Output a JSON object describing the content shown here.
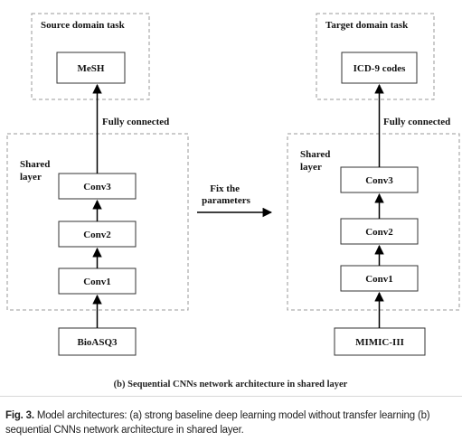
{
  "diagram": {
    "source": {
      "title": "Source domain task",
      "output": "MeSH",
      "fc_label": "Fully connected",
      "shared_label": "Shared layer",
      "layers": [
        "Conv3",
        "Conv2",
        "Conv1"
      ],
      "input": "BioASQ3"
    },
    "transfer_label": "Fix the parameters",
    "target": {
      "title": "Target domain task",
      "output": "ICD-9 codes",
      "fc_label": "Fully connected",
      "shared_label": "Shared layer",
      "layers": [
        "Conv3",
        "Conv2",
        "Conv1"
      ],
      "input": "MIMIC-III"
    },
    "subcaption": "(b) Sequential CNNs network architecture in shared layer"
  },
  "caption": {
    "label": "Fig. 3.",
    "text": "Model architectures: (a) strong baseline deep learning model without transfer learning (b) sequential CNNs network architecture in shared layer."
  }
}
